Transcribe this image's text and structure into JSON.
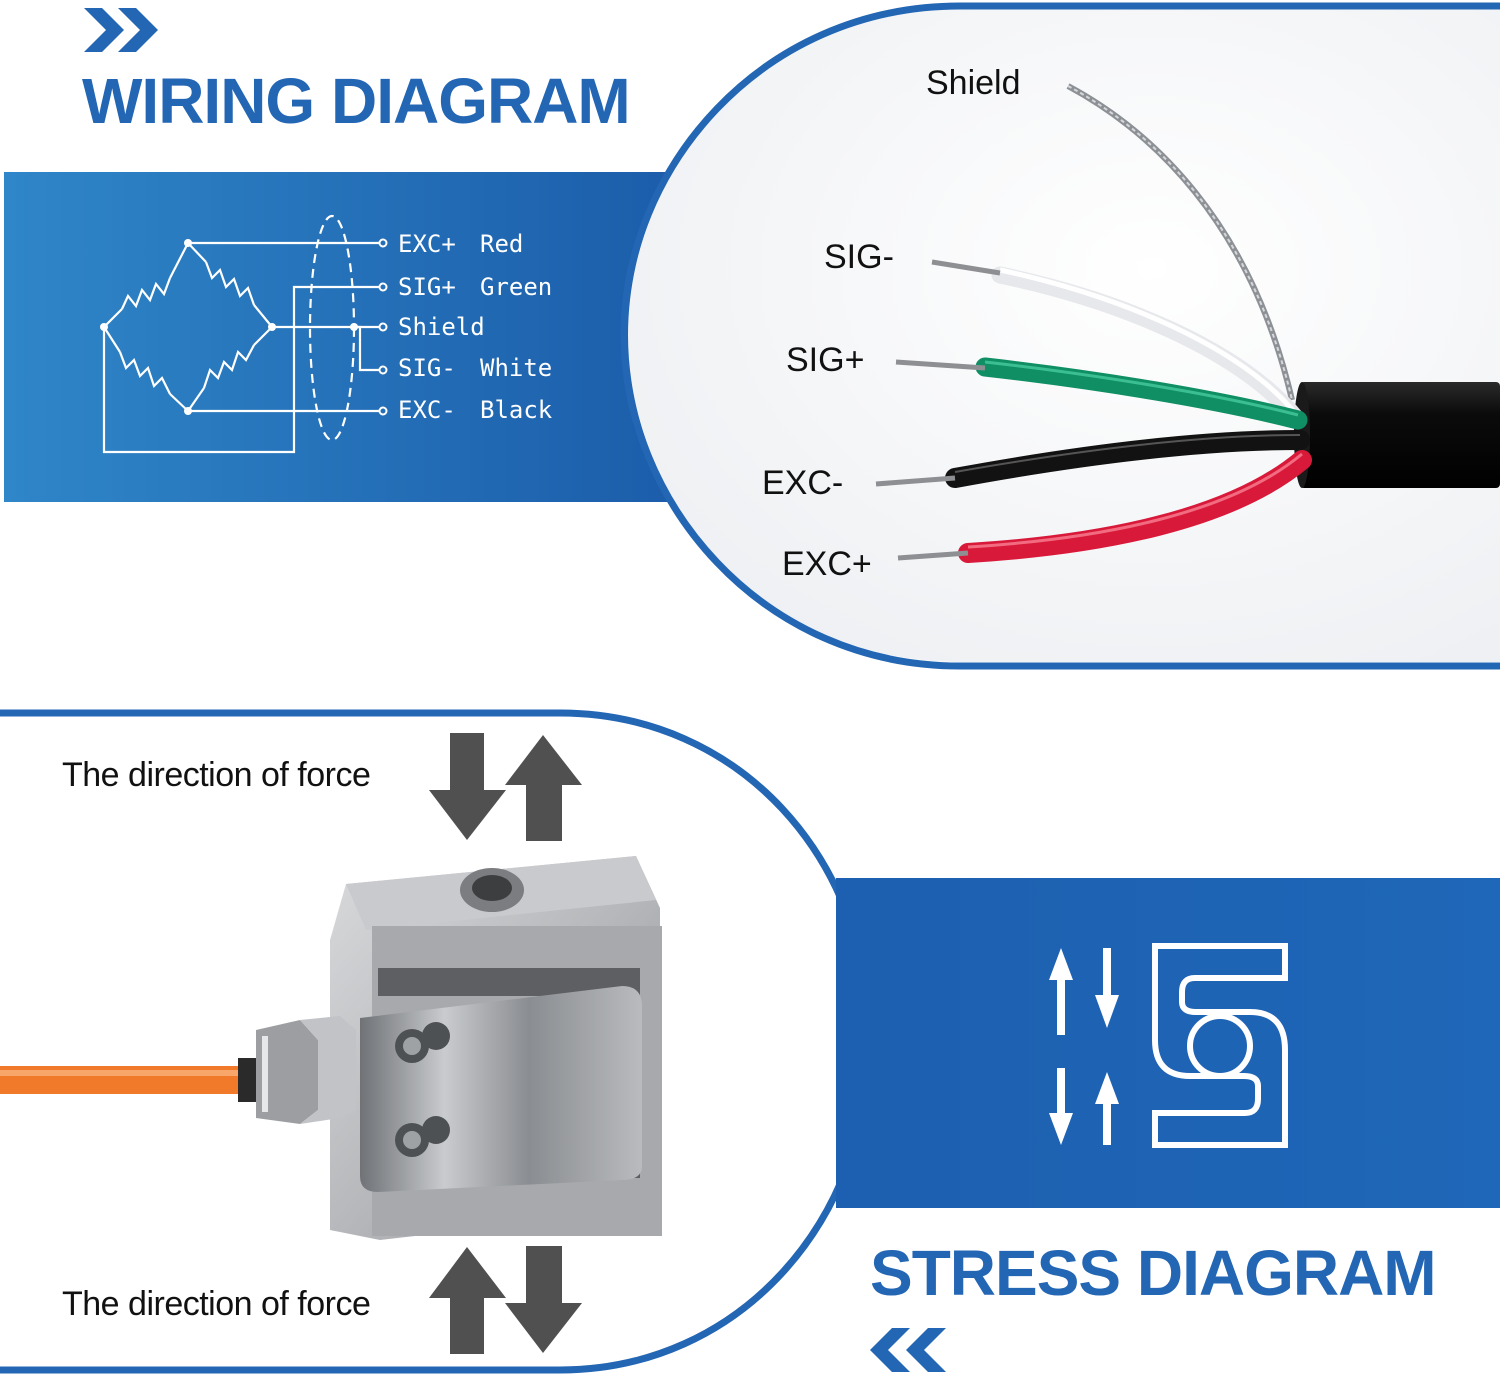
{
  "wiring": {
    "title": "WIRING DIAGRAM",
    "schematic_rows": [
      {
        "signal": "EXC+",
        "color": "Red"
      },
      {
        "signal": "SIG+",
        "color": "Green"
      },
      {
        "signal": "Shield",
        "color": ""
      },
      {
        "signal": "SIG-",
        "color": "White"
      },
      {
        "signal": "EXC-",
        "color": "Black"
      }
    ],
    "cable_labels": {
      "shield": "Shield",
      "sig_minus": "SIG-",
      "sig_plus": "SIG+",
      "exc_minus": "EXC-",
      "exc_plus": "EXC+"
    }
  },
  "stress": {
    "title": "STRESS DIAGRAM",
    "force_top": "The direction of force",
    "force_bottom": "The direction of force"
  },
  "colors": {
    "brand_blue": "#2366b4",
    "panel_blue": "#1f63b1",
    "wire_red": "#d8193a",
    "wire_green": "#0f8f63",
    "cable_orange": "#f07a2a"
  },
  "icons": [
    "double-chevron-right-icon",
    "double-chevron-left-icon",
    "force-arrow-icon",
    "s-type-load-cell-icon"
  ]
}
